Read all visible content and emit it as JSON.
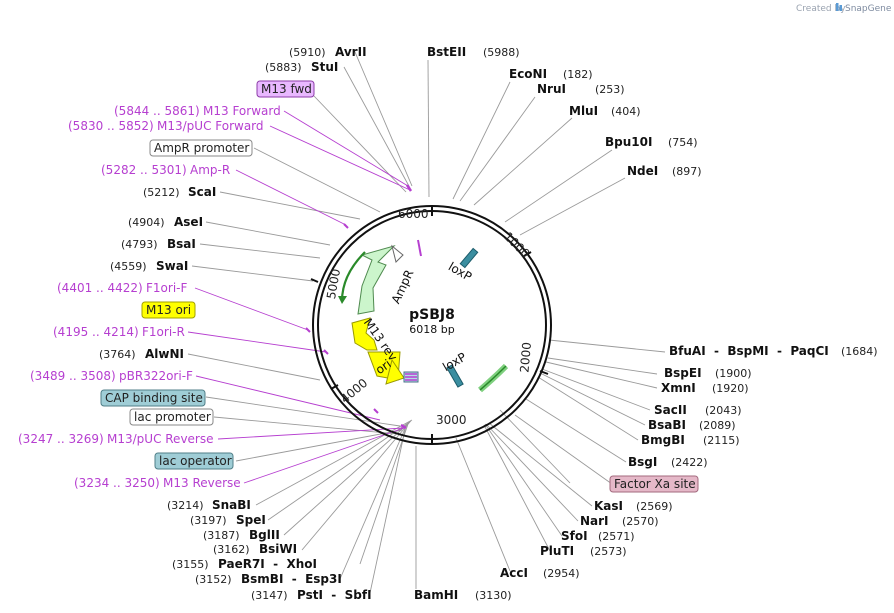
{
  "watermark": {
    "prefix": "Created by",
    "brand": "SnapGene"
  },
  "plasmid": {
    "name": "pSBJ8",
    "size": "6018 bp"
  },
  "ticks": [
    {
      "id": "t6000",
      "label": "6000"
    },
    {
      "id": "t1000",
      "label": "1000"
    },
    {
      "id": "t2000",
      "label": "2000"
    },
    {
      "id": "t3000",
      "label": "3000"
    },
    {
      "id": "t4000",
      "label": "4000"
    },
    {
      "id": "t5000",
      "label": "5000"
    }
  ],
  "inner_labels": {
    "ampr": "AmpR",
    "loxp_top": "loxP",
    "m13_rev": "M13 rev",
    "ori": "ori",
    "loxp_bottom": "loxP"
  },
  "right_sites": [
    {
      "name": "BstEII",
      "pos": "(5988)"
    },
    {
      "name": "EcoNI",
      "pos": "(182)"
    },
    {
      "name": "NruI",
      "pos": "(253)"
    },
    {
      "name": "MluI",
      "pos": "(404)"
    },
    {
      "name": "Bpu10I",
      "pos": "(754)"
    },
    {
      "name": "NdeI",
      "pos": "(897)"
    },
    {
      "name": "BfuAI  -  BspMI  -  PaqCI",
      "pos": "(1684)"
    },
    {
      "name": "BspEI",
      "pos": "(1900)"
    },
    {
      "name": "XmnI",
      "pos": "(1920)"
    },
    {
      "name": "SacII",
      "pos": "(2043)"
    },
    {
      "name": "BsaBI",
      "pos": "(2089)"
    },
    {
      "name": "BmgBI",
      "pos": "(2115)"
    },
    {
      "name": "BsgI",
      "pos": "(2422)"
    },
    {
      "name": "KasI",
      "pos": "(2569)"
    },
    {
      "name": "NarI",
      "pos": "(2570)"
    },
    {
      "name": "SfoI",
      "pos": "(2571)"
    },
    {
      "name": "PluTI",
      "pos": "(2573)"
    },
    {
      "name": "AccI",
      "pos": "(2954)"
    },
    {
      "name": "BamHI",
      "pos": "(3130)"
    }
  ],
  "left_sites": [
    {
      "name": "AvrII",
      "pos": "(5910)"
    },
    {
      "name": "StuI",
      "pos": "(5883)"
    },
    {
      "name": "ScaI",
      "pos": "(5212)"
    },
    {
      "name": "AseI",
      "pos": "(4904)"
    },
    {
      "name": "BsaI",
      "pos": "(4793)"
    },
    {
      "name": "SwaI",
      "pos": "(4559)"
    },
    {
      "name": "AlwNI",
      "pos": "(3764)"
    },
    {
      "name": "SnaBI",
      "pos": "(3214)"
    },
    {
      "name": "SpeI",
      "pos": "(3197)"
    },
    {
      "name": "BglII",
      "pos": "(3187)"
    },
    {
      "name": "BsiWI",
      "pos": "(3162)"
    },
    {
      "name": "PaeR7I  -  XhoI",
      "pos": "(3155)"
    },
    {
      "name": "BsmBI  -  Esp3I",
      "pos": "(3152)"
    },
    {
      "name": "PstI  -  SbfI",
      "pos": "(3147)"
    }
  ],
  "primers": [
    {
      "range": "(5844 .. 5861)",
      "name": "M13 Forward"
    },
    {
      "range": "(5830 .. 5852)",
      "name": "M13/pUC Forward"
    },
    {
      "range": "(5282 .. 5301)",
      "name": "Amp-R"
    },
    {
      "range": "(4401 .. 4422)",
      "name": "F1ori-F"
    },
    {
      "range": "(4195 .. 4214)",
      "name": "F1ori-R"
    },
    {
      "range": "(3489 .. 3508)",
      "name": "pBR322ori-F"
    },
    {
      "range": "(3247 .. 3269)",
      "name": "M13/pUC Reverse"
    },
    {
      "range": "(3234 .. 3250)",
      "name": "M13 Reverse"
    }
  ],
  "feature_boxes": [
    {
      "label": "M13 fwd",
      "fill": "#e9b8ff",
      "stroke": "#8c3ca8"
    },
    {
      "label": "AmpR promoter",
      "fill": "#ffffff",
      "stroke": "#888888"
    },
    {
      "label": "M13 ori",
      "fill": "#ffff00",
      "stroke": "#a0a000"
    },
    {
      "label": "CAP binding site",
      "fill": "#9fcdd6",
      "stroke": "#507f88"
    },
    {
      "label": "lac promoter",
      "fill": "#ffffff",
      "stroke": "#888888"
    },
    {
      "label": "lac operator",
      "fill": "#9fcdd6",
      "stroke": "#507f88"
    },
    {
      "label": "Factor Xa site",
      "fill": "#e5b8c8",
      "stroke": "#a36a7e"
    }
  ],
  "colors": {
    "primer": "#b63fd0",
    "ampr": "#ccf5cc",
    "ori": "#ffff00",
    "loxp": "#3b8ea0",
    "leader": "#9a9a9a"
  }
}
